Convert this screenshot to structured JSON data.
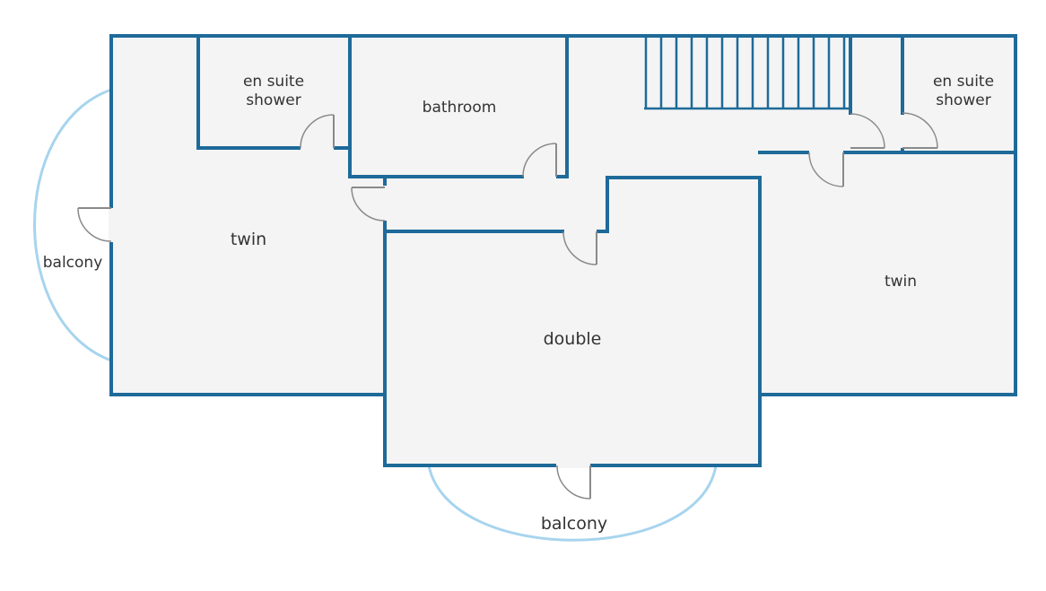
{
  "colors": {
    "wall": "#1e6a99",
    "floor": "#f4f4f4",
    "door": "#8a8a8a",
    "balcony": "#a7d4ee",
    "label": "#333333"
  },
  "rooms": {
    "en_suite_left_line1": "en suite",
    "en_suite_left_line2": "shower",
    "bathroom": "bathroom",
    "en_suite_right_line1": "en suite",
    "en_suite_right_line2": "shower",
    "twin_left": "twin",
    "twin_right": "twin",
    "double": "double",
    "balcony_left": "balcony",
    "balcony_bottom": "balcony"
  }
}
